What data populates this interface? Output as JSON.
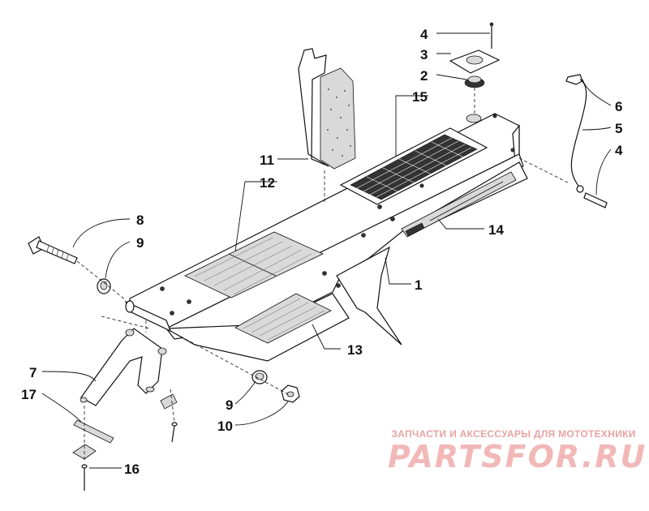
{
  "callouts": [
    {
      "id": "c4a",
      "label": "4"
    },
    {
      "id": "c3",
      "label": "3"
    },
    {
      "id": "c2",
      "label": "2"
    },
    {
      "id": "c15",
      "label": "15"
    },
    {
      "id": "c6",
      "label": "6"
    },
    {
      "id": "c5",
      "label": "5"
    },
    {
      "id": "c4b",
      "label": "4"
    },
    {
      "id": "c11",
      "label": "11"
    },
    {
      "id": "c12",
      "label": "12"
    },
    {
      "id": "c14",
      "label": "14"
    },
    {
      "id": "c8",
      "label": "8"
    },
    {
      "id": "c9a",
      "label": "9"
    },
    {
      "id": "c1",
      "label": "1"
    },
    {
      "id": "c13",
      "label": "13"
    },
    {
      "id": "c7",
      "label": "7"
    },
    {
      "id": "c17",
      "label": "17"
    },
    {
      "id": "c9b",
      "label": "9"
    },
    {
      "id": "c10",
      "label": "10"
    },
    {
      "id": "c16",
      "label": "16"
    }
  ],
  "watermark": {
    "caption": "ЗАПЧАСТИ И АКСЕССУАРЫ ДЛЯ МОТОТЕХНИКИ",
    "logo": "PARTSFOR.RU",
    "color": "#f2b8b8"
  }
}
